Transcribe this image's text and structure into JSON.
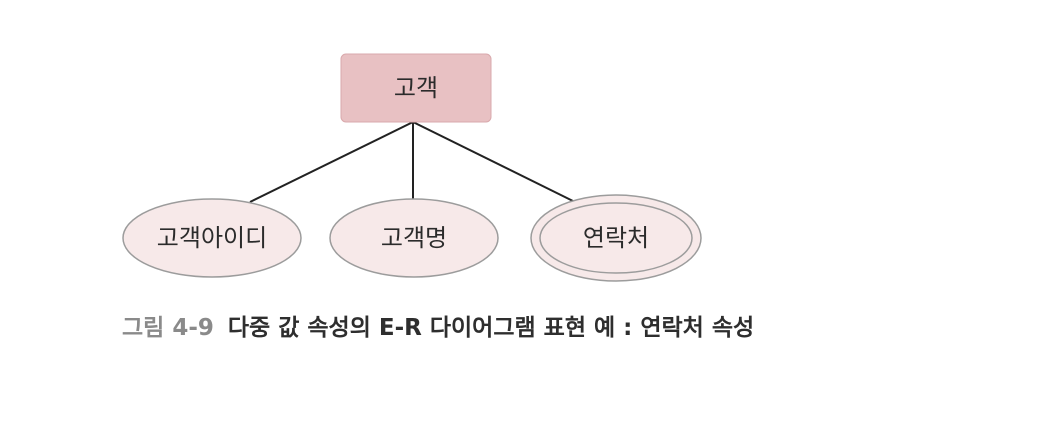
{
  "diagram": {
    "entity": {
      "label": "고객"
    },
    "attributes": [
      {
        "label": "고객아이디",
        "multivalued": false
      },
      {
        "label": "고객명",
        "multivalued": false
      },
      {
        "label": "연락처",
        "multivalued": true
      }
    ]
  },
  "caption": {
    "label": "그림 4-9",
    "text": "다중 값 속성의 E-R 다이어그램 표현 예 : 연락처 속성"
  },
  "colors": {
    "entity_fill": "#e8c1c3",
    "attribute_fill": "#f7e9e9",
    "attribute_stroke": "#9c9c9c",
    "line": "#222222",
    "caption_label": "#8a8a8a",
    "caption_text": "#2e2e2e"
  }
}
